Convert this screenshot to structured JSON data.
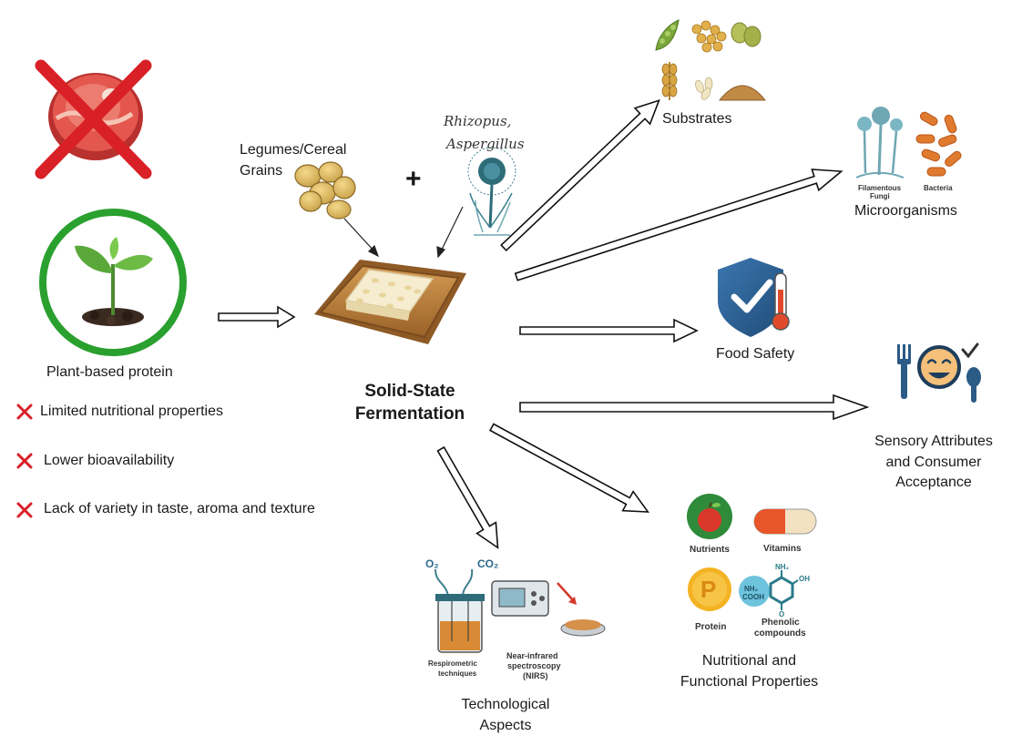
{
  "left": {
    "meat_icon": "meat-crossed-out-icon",
    "plant_icon": "sprout-icon",
    "plant_label": "Plant-based protein",
    "limitations": [
      "Limited nutritional properties",
      "Lower bioavailability",
      "Lack of variety in taste, aroma and texture"
    ]
  },
  "inputs": {
    "legumes_label_line1": "Legumes/Cereal",
    "legumes_label_line2": "Grains",
    "plus": "+",
    "fungi_line1": "Rhizopus,",
    "fungi_line2": "Aspergillus"
  },
  "center": {
    "title_line1": "Solid-State",
    "title_line2": "Fermentation"
  },
  "outputs": {
    "substrates": "Substrates",
    "microorganisms": "Microorganisms",
    "fungi_caption_1": "Filamentous",
    "fungi_caption_2": "Fungi",
    "bacteria_caption": "Bacteria",
    "food_safety": "Food Safety",
    "sensory_line1": "Sensory Attributes",
    "sensory_line2": "and Consumer",
    "sensory_line3": "Acceptance",
    "nutritional_line1": "Nutritional and",
    "nutritional_line2": "Functional Properties",
    "nutrients": "Nutrients",
    "vitamins": "Vitamins",
    "protein": "Protein",
    "protein_letter": "P",
    "phenolic_line1": "Phenolic",
    "phenolic_line2": "compounds",
    "nh2": "NH₂",
    "cooh_line1": "NH₂",
    "cooh_line2": "COOH",
    "oh": "OH",
    "o": "O",
    "tech_line1": "Technological",
    "tech_line2": "Aspects",
    "o2": "O₂",
    "co2": "CO₂",
    "respiro_line1": "Respirometric",
    "respiro_line2": "techniques",
    "nirs_line1": "Near-infrared",
    "nirs_line2": "spectroscopy",
    "nirs_line3": "(NIRS)"
  },
  "colors": {
    "cross_red": "#d92027",
    "circle_green": "#2aa02f",
    "arrow_stroke": "#111111",
    "tray_brown": "#b5793a",
    "shield_blue": "#2f5f8f",
    "fungi_teal": "#6fa7b3",
    "bacteria_orange": "#e07a2e"
  }
}
